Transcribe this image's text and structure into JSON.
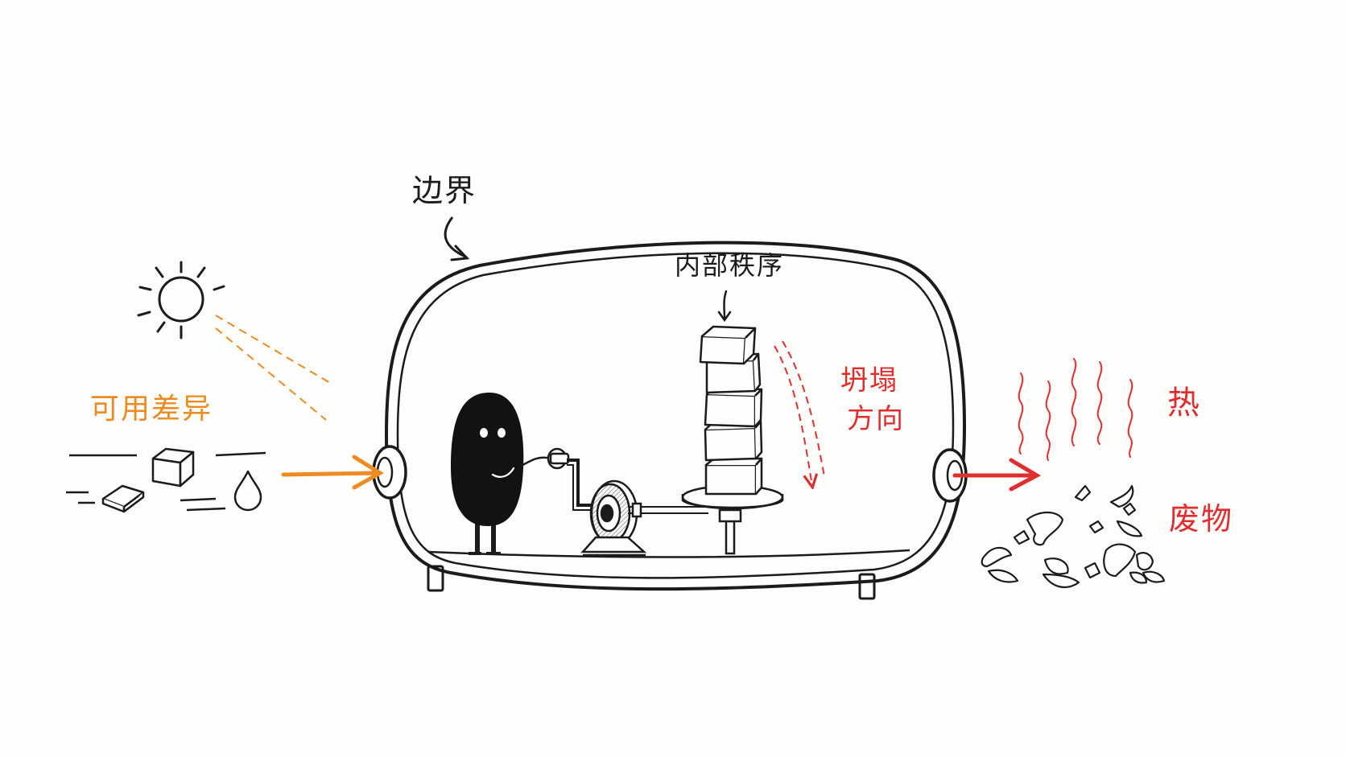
{
  "labels": {
    "boundary": "边界",
    "internal_order": "内部秩序",
    "usable_difference": "可用差异",
    "collapse_direction_line1": "坍塌",
    "collapse_direction_line2": "方向",
    "heat": "热",
    "waste": "废物"
  },
  "colors": {
    "ink": "#1b1b1b",
    "input": "#ee8a22",
    "output": "#e02e2e",
    "background": "#fdfdfb"
  }
}
